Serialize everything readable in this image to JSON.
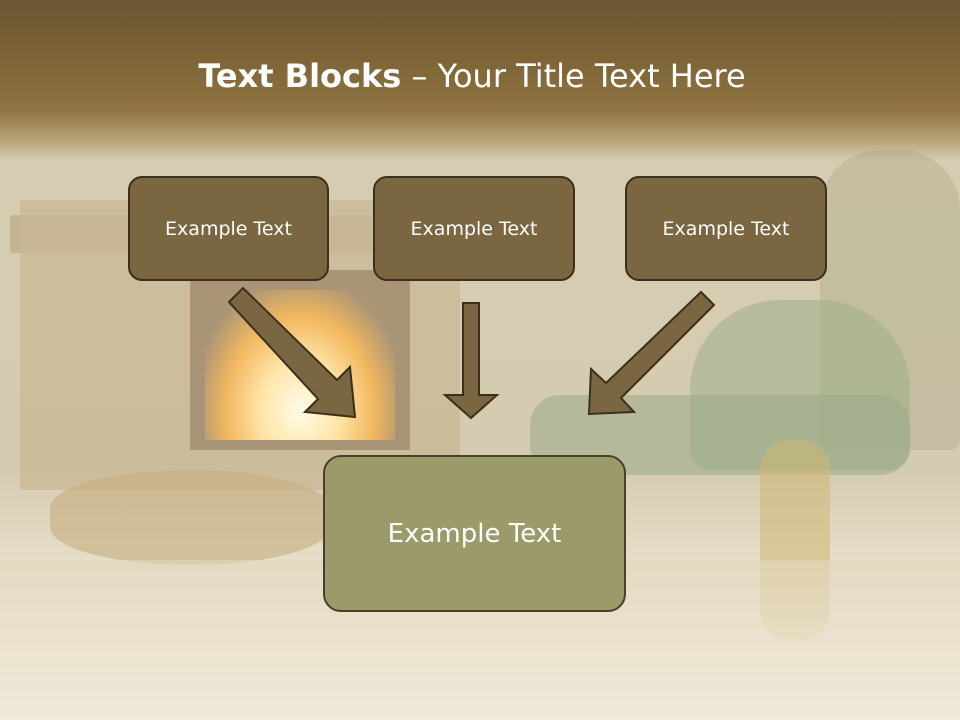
{
  "title": {
    "bold": "Text Blocks",
    "rest": " – Your Title Text Here"
  },
  "blocks": [
    {
      "label": "Example Text"
    },
    {
      "label": "Example Text"
    },
    {
      "label": "Example Text"
    }
  ],
  "target": {
    "label": "Example Text"
  },
  "colors": {
    "title_band": "#7e6537",
    "block_fill": "#7a6640",
    "block_border": "#3b2f1d",
    "target_fill": "#9a9a6a",
    "arrow_fill": "#7a6640",
    "text": "#ffffff"
  }
}
